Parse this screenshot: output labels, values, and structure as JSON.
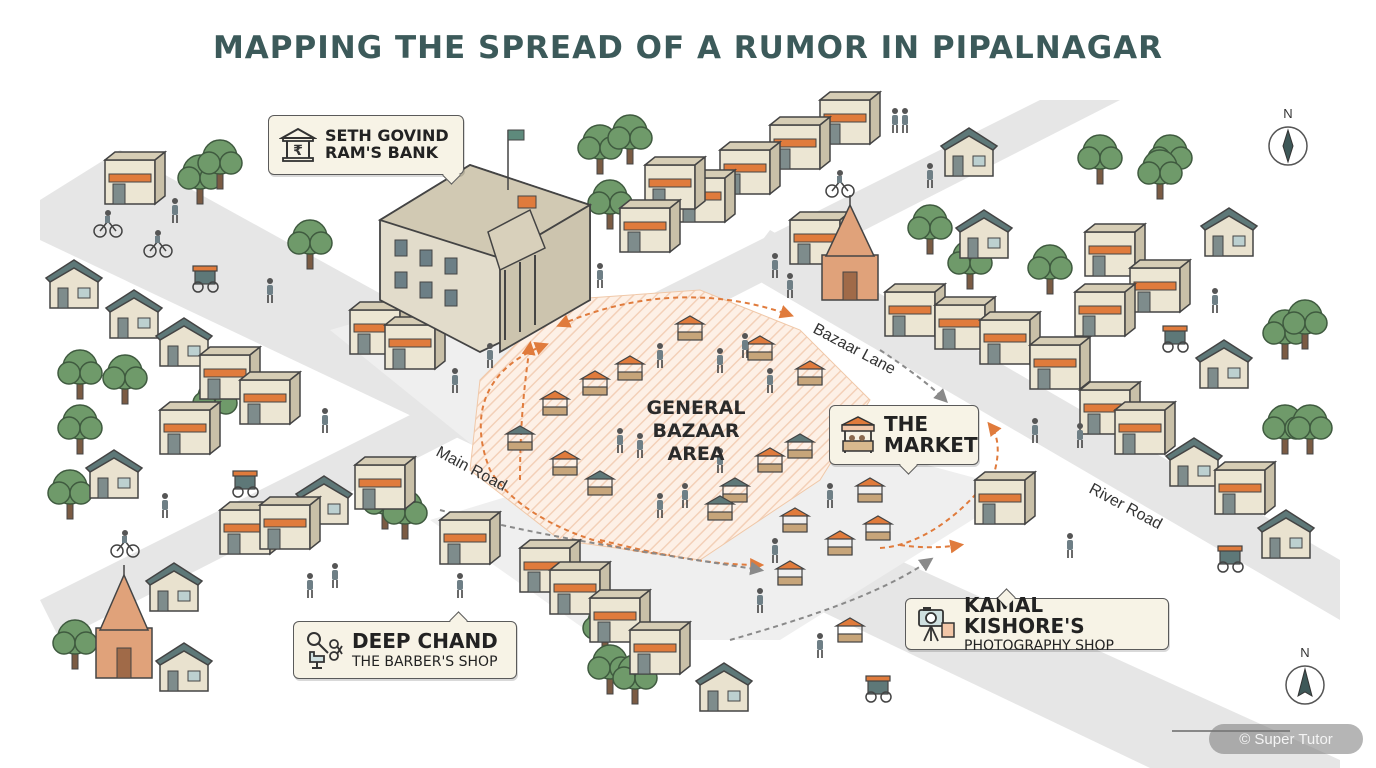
{
  "title": "MAPPING THE SPREAD OF A RUMOR IN PIPALNAGAR",
  "roads": {
    "bazaar_lane": "Bazaar Lane",
    "main_road": "Main Road",
    "river_road": "River Road"
  },
  "area": {
    "line1": "GENERAL",
    "line2": "BAZAAR",
    "line3": "AREA"
  },
  "callouts": {
    "bank": {
      "line1": "SETH GOVIND",
      "line2": "RAM'S BANK",
      "icon": "bank-rupee-icon"
    },
    "market": {
      "line1": "THE",
      "line2": "MARKET",
      "icon": "market-stall-icon"
    },
    "barber": {
      "line1": "DEEP CHAND",
      "line2": "THE BARBER'S SHOP",
      "icon": "barber-chair-scissors-icon"
    },
    "photo": {
      "line1": "KAMAL KISHORE'S",
      "line2": "PHOTOGRAPHY SHOP",
      "icon": "camera-tripod-icon"
    }
  },
  "compass": {
    "label": "N"
  },
  "watermark": "© Super Tutor",
  "colors": {
    "title": "#3c5a5a",
    "road": "#e6e6e6",
    "rumor_path_orange": "#e07b3c",
    "rumor_path_gray": "#8a8a8a",
    "tree": "#6f9a6a",
    "awning": "#e07b3c",
    "roof_teal": "#5e7878",
    "temple": "#e0a27a"
  }
}
